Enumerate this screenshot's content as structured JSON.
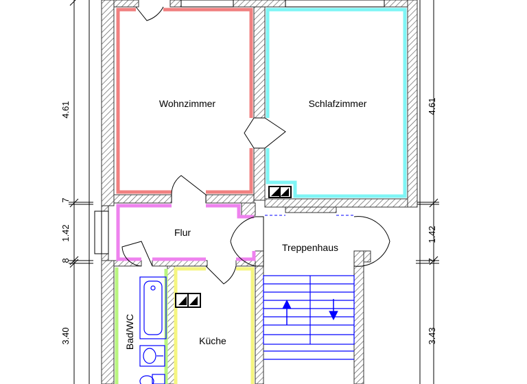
{
  "rooms": {
    "wohnzimmer": "Wohnzimmer",
    "schlafzimmer": "Schlafzimmer",
    "flur": "Flur",
    "treppenhaus": "Treppenhaus",
    "bad": "Bad/WC",
    "kueche": "Küche"
  },
  "dimensions": {
    "left": [
      "4.61",
      "7",
      "1.42",
      "8",
      "3.40"
    ],
    "right": [
      "4.61",
      "1.42",
      "7",
      "3.43"
    ]
  },
  "colors": {
    "wohnzimmer": "#f08080",
    "schlafzimmer": "#7ff5f5",
    "flur": "#ee82ee",
    "kueche": "#f5f57f",
    "bad": "#b9f57f",
    "stairs": "#0000ff",
    "hatch": "#555555"
  },
  "icons": {
    "stair_up": "arrow-up-icon",
    "stair_down": "arrow-down-icon",
    "chimney": "chimney-vent-icon"
  }
}
